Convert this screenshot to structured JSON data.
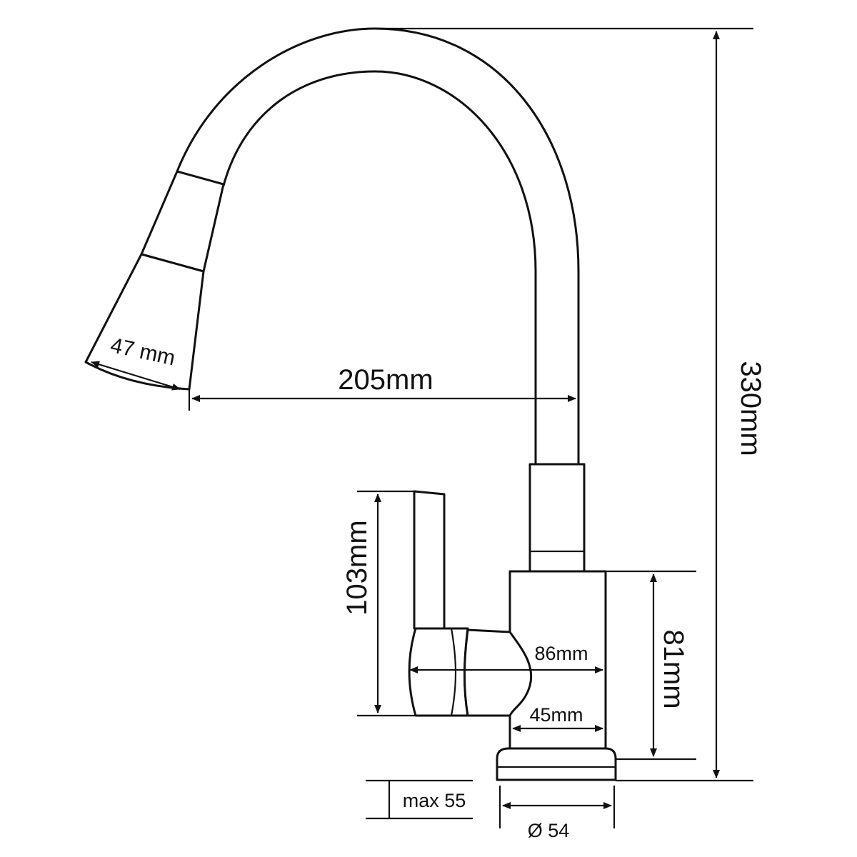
{
  "dimensions": {
    "height_total": "330mm",
    "reach": "205mm",
    "spray_head_diameter": "47 mm",
    "handle_height": "103mm",
    "body_depth": "86mm",
    "body_diameter": "45mm",
    "body_height": "81mm",
    "base_diameter": "Ø 54",
    "max_deck_thickness": "max 55"
  }
}
